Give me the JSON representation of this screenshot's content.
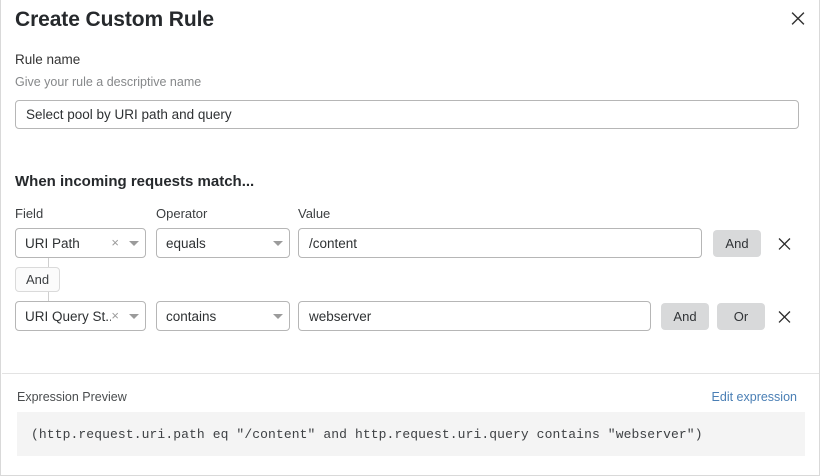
{
  "dialog": {
    "title": "Create Custom Rule",
    "close_icon": "close-icon"
  },
  "rule_name": {
    "label": "Rule name",
    "sublabel": "Give your rule a descriptive name",
    "value": "Select pool by URI path and query",
    "placeholder": "Select pool by URI path and query"
  },
  "match_section": {
    "heading": "When incoming requests match...",
    "columns": {
      "field": "Field",
      "operator": "Operator",
      "value": "Value"
    },
    "group_connector": "And",
    "rows": [
      {
        "field": "URI Path",
        "operator": "equals",
        "value": "/content",
        "clear_icon": "clear-icon",
        "caret_icon": "chevron-down-icon",
        "remove_icon": "close-icon",
        "buttons": [
          "And"
        ]
      },
      {
        "field": "URI Query St...",
        "operator": "contains",
        "value": "webserver",
        "clear_icon": "clear-icon",
        "caret_icon": "chevron-down-icon",
        "remove_icon": "close-icon",
        "buttons": [
          "And",
          "Or"
        ]
      }
    ]
  },
  "expression_preview": {
    "label": "Expression Preview",
    "edit_link": "Edit expression",
    "code": "(http.request.uri.path eq \"/content\" and http.request.uri.query contains \"webserver\")"
  },
  "colors": {
    "link": "#4a7fb5",
    "pill_bg": "#d8d9da",
    "preview_bg": "#f4f4f4",
    "border": "#b6b6b6"
  }
}
